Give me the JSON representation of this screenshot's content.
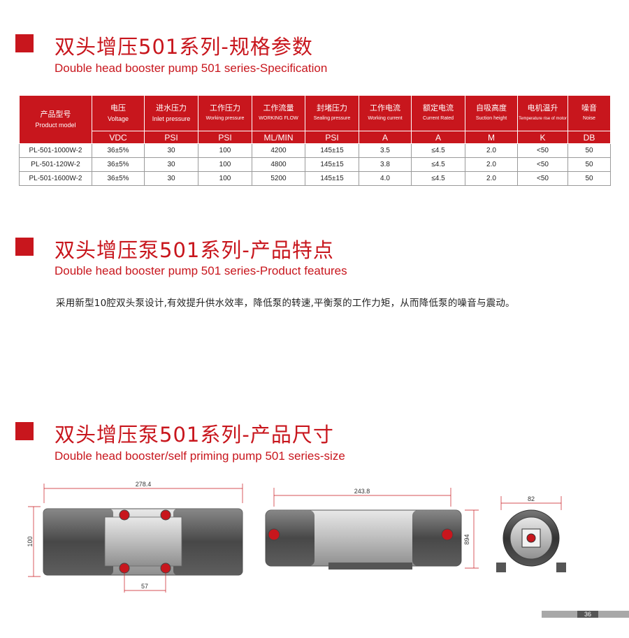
{
  "sections": [
    {
      "title_cn": "双头增压501系列-规格参数",
      "title_en": "Double head booster pump 501 series-Specification"
    },
    {
      "title_cn": "双头增压泵501系列-产品特点",
      "title_en": "Double head booster pump 501 series-Product features"
    },
    {
      "title_cn": "双头增压泵501系列-产品尺寸",
      "title_en": "Double head booster/self priming pump 501 series-size"
    }
  ],
  "spec_table": {
    "headers": [
      {
        "cn": "产品型号",
        "en": "Product model"
      },
      {
        "cn": "电压",
        "en": "Voltage"
      },
      {
        "cn": "进水压力",
        "en": "Inlet pressure"
      },
      {
        "cn": "工作压力",
        "en": "Working pressure"
      },
      {
        "cn": "工作流量",
        "en": "WORKING FLOW"
      },
      {
        "cn": "封堵压力",
        "en": "Sealing pressure"
      },
      {
        "cn": "工作电流",
        "en": "Working current"
      },
      {
        "cn": "额定电流",
        "en": "Current Rated"
      },
      {
        "cn": "自吸高度",
        "en": "Suction height"
      },
      {
        "cn": "电机温升",
        "en": "Temperature rise of motor"
      },
      {
        "cn": "噪音",
        "en": "Noise"
      }
    ],
    "units": [
      "VDC",
      "PSI",
      "PSI",
      "ML/MIN",
      "PSI",
      "A",
      "A",
      "M",
      "K",
      "DB"
    ],
    "rows": [
      [
        "PL-501-1000W-2",
        "36±5%",
        "30",
        "100",
        "4200",
        "145±15",
        "3.5",
        "≤4.5",
        "2.0",
        "<50",
        "50"
      ],
      [
        "PL-501-120W-2",
        "36±5%",
        "30",
        "100",
        "4800",
        "145±15",
        "3.8",
        "≤4.5",
        "2.0",
        "<50",
        "50"
      ],
      [
        "PL-501-1600W-2",
        "36±5%",
        "30",
        "100",
        "5200",
        "145±15",
        "4.0",
        "≤4.5",
        "2.0",
        "<50",
        "50"
      ]
    ]
  },
  "features_text": "采用新型10腔双头泵设计,有效提升供水效率，降低泵的转速,平衡泵的工作力矩，从而降低泵的噪音与震动。",
  "dimensions": {
    "front_width": "278.4",
    "front_height": "100",
    "front_spacing": "57",
    "side_width": "243.8",
    "side_height": "894",
    "end_width": "82"
  },
  "page_number": "36",
  "colors": {
    "accent": "#c8161d"
  }
}
